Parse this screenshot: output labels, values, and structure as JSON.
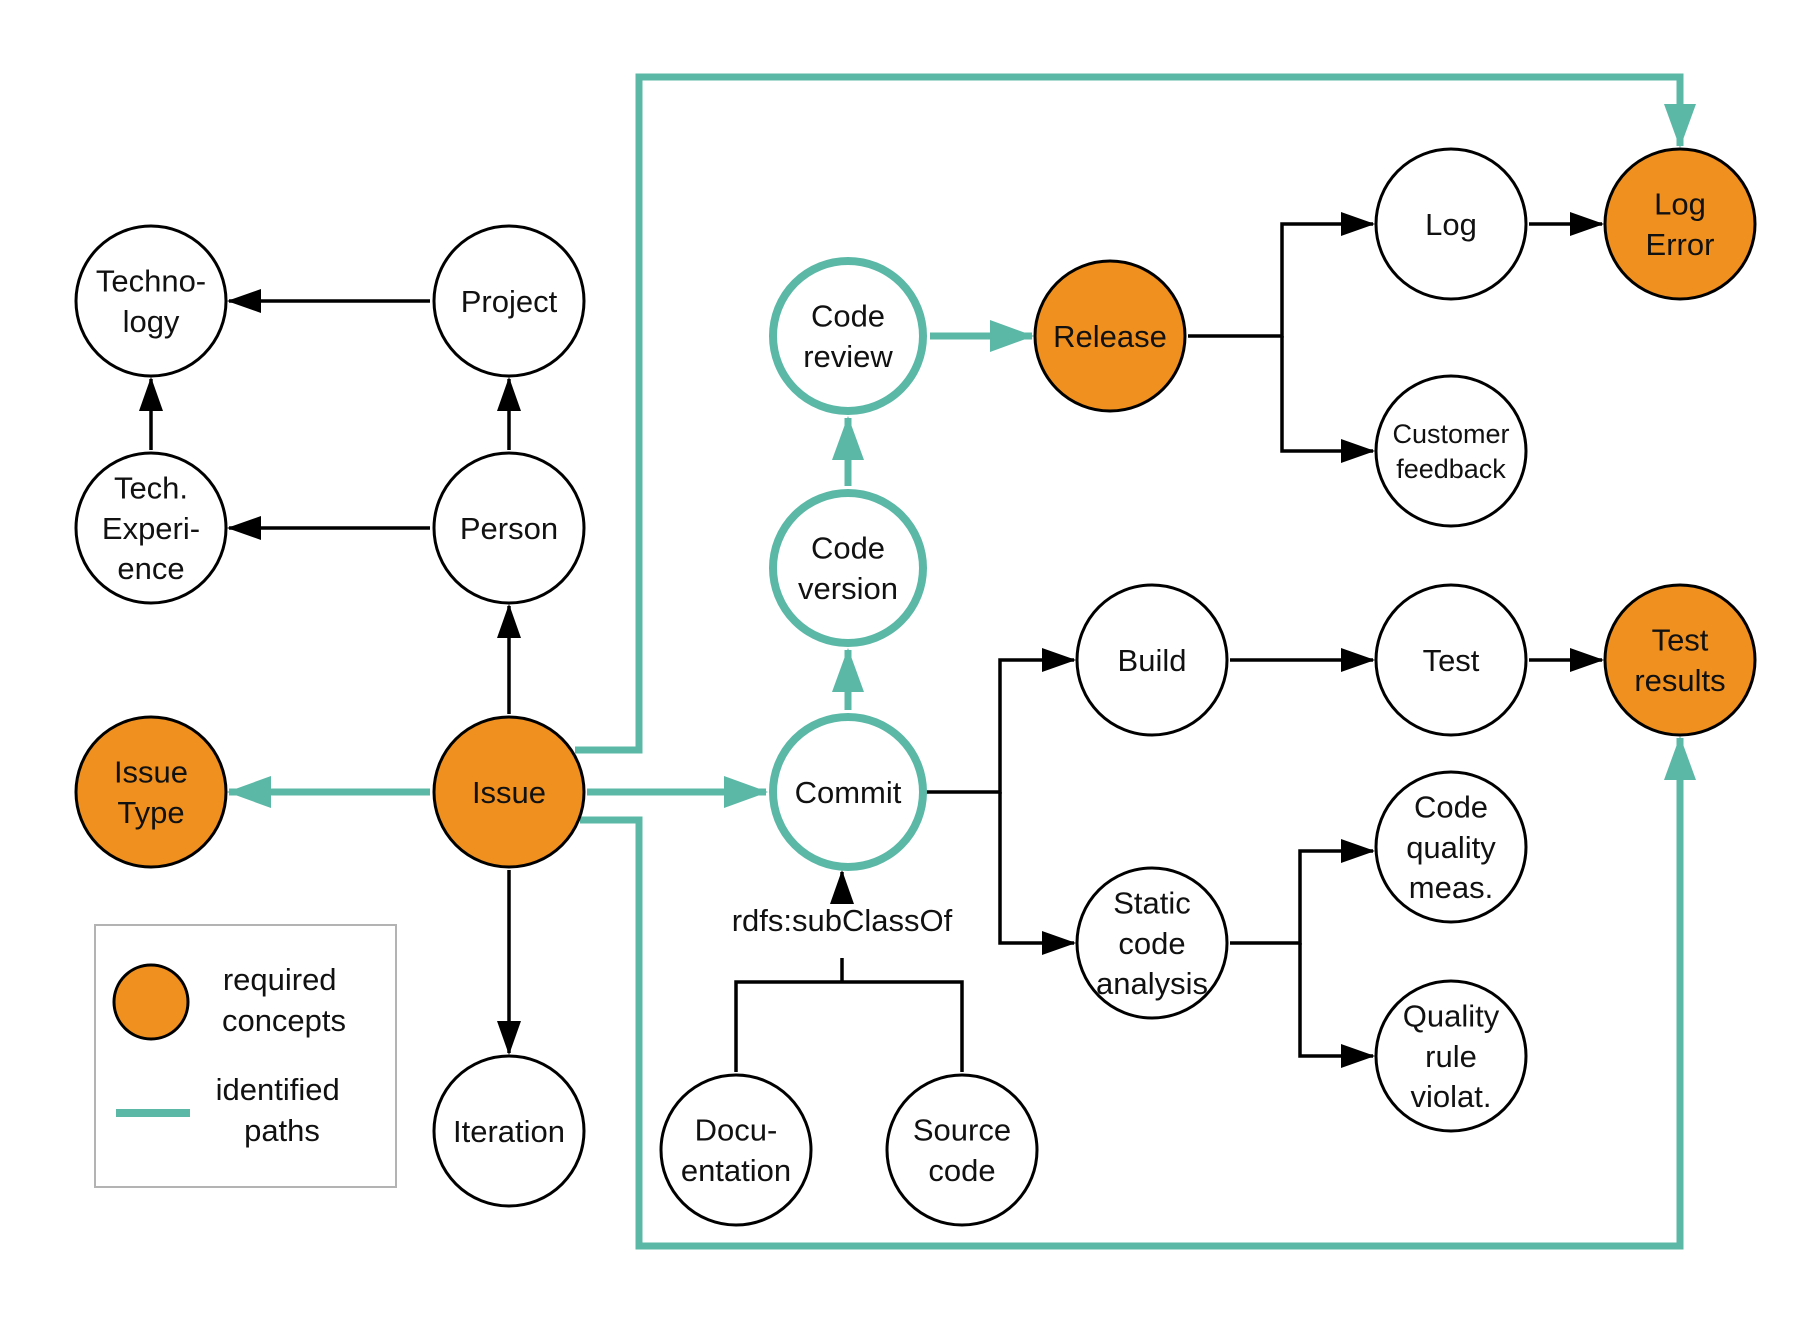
{
  "colors": {
    "required": "#F0901F",
    "path": "#5BB8A6",
    "stroke": "#000000",
    "background": "#FFFFFF"
  },
  "nodes": [
    {
      "id": "technology",
      "lines": [
        "Techno-",
        "logy"
      ],
      "kind": "plain"
    },
    {
      "id": "project",
      "lines": [
        "Project"
      ],
      "kind": "plain"
    },
    {
      "id": "tech-experience",
      "lines": [
        "Tech.",
        "Experi-",
        "ence"
      ],
      "kind": "plain"
    },
    {
      "id": "person",
      "lines": [
        "Person"
      ],
      "kind": "plain"
    },
    {
      "id": "issue-type",
      "lines": [
        "Issue",
        "Type"
      ],
      "kind": "required"
    },
    {
      "id": "issue",
      "lines": [
        "Issue"
      ],
      "kind": "required"
    },
    {
      "id": "iteration",
      "lines": [
        "Iteration"
      ],
      "kind": "plain"
    },
    {
      "id": "code-review",
      "lines": [
        "Code",
        "review"
      ],
      "kind": "path"
    },
    {
      "id": "code-version",
      "lines": [
        "Code",
        "version"
      ],
      "kind": "path"
    },
    {
      "id": "commit",
      "lines": [
        "Commit"
      ],
      "kind": "path"
    },
    {
      "id": "documentation",
      "lines": [
        "Docu-",
        "entation"
      ],
      "kind": "plain"
    },
    {
      "id": "source-code",
      "lines": [
        "Source",
        "code"
      ],
      "kind": "plain"
    },
    {
      "id": "release",
      "lines": [
        "Release"
      ],
      "kind": "required"
    },
    {
      "id": "log",
      "lines": [
        "Log"
      ],
      "kind": "plain"
    },
    {
      "id": "log-error",
      "lines": [
        "Log",
        "Error"
      ],
      "kind": "required"
    },
    {
      "id": "customer-feedback",
      "lines": [
        "Customer",
        "feedback"
      ],
      "kind": "plain"
    },
    {
      "id": "build",
      "lines": [
        "Build"
      ],
      "kind": "plain"
    },
    {
      "id": "test",
      "lines": [
        "Test"
      ],
      "kind": "plain"
    },
    {
      "id": "test-results",
      "lines": [
        "Test",
        "results"
      ],
      "kind": "required"
    },
    {
      "id": "static-code-analysis",
      "lines": [
        "Static",
        "code",
        "analysis"
      ],
      "kind": "plain"
    },
    {
      "id": "code-quality-meas",
      "lines": [
        "Code",
        "quality",
        "meas."
      ],
      "kind": "plain"
    },
    {
      "id": "quality-rule-violat",
      "lines": [
        "Quality",
        "rule",
        "violat."
      ],
      "kind": "plain"
    }
  ],
  "edges": [
    {
      "from": "project",
      "to": "technology",
      "style": "black"
    },
    {
      "from": "tech-experience",
      "to": "technology",
      "style": "black"
    },
    {
      "from": "person",
      "to": "project",
      "style": "black"
    },
    {
      "from": "person",
      "to": "tech-experience",
      "style": "black"
    },
    {
      "from": "issue",
      "to": "person",
      "style": "black"
    },
    {
      "from": "issue",
      "to": "iteration",
      "style": "black"
    },
    {
      "from": "issue",
      "to": "issue-type",
      "style": "path"
    },
    {
      "from": "issue",
      "to": "commit",
      "style": "path"
    },
    {
      "from": "commit",
      "to": "code-version",
      "style": "path"
    },
    {
      "from": "code-version",
      "to": "code-review",
      "style": "path"
    },
    {
      "from": "code-review",
      "to": "release",
      "style": "path"
    },
    {
      "from": "issue",
      "to": "log-error",
      "style": "path"
    },
    {
      "from": "issue",
      "to": "test-results",
      "style": "path"
    },
    {
      "from": "release",
      "to": "log",
      "style": "black"
    },
    {
      "from": "release",
      "to": "customer-feedback",
      "style": "black"
    },
    {
      "from": "log",
      "to": "log-error",
      "style": "black"
    },
    {
      "from": "commit",
      "to": "build",
      "style": "black"
    },
    {
      "from": "commit",
      "to": "static-code-analysis",
      "style": "black"
    },
    {
      "from": "build",
      "to": "test",
      "style": "black"
    },
    {
      "from": "test",
      "to": "test-results",
      "style": "black"
    },
    {
      "from": "static-code-analysis",
      "to": "code-quality-meas",
      "style": "black"
    },
    {
      "from": "static-code-analysis",
      "to": "quality-rule-violat",
      "style": "black"
    },
    {
      "from": "documentation",
      "to": "commit",
      "style": "black"
    },
    {
      "from": "source-code",
      "to": "commit",
      "style": "black"
    }
  ],
  "subclass_label": "rdfs:subClassOf",
  "legend": {
    "required_lines": [
      "required",
      "concepts"
    ],
    "path_lines": [
      "identified",
      "paths"
    ]
  }
}
